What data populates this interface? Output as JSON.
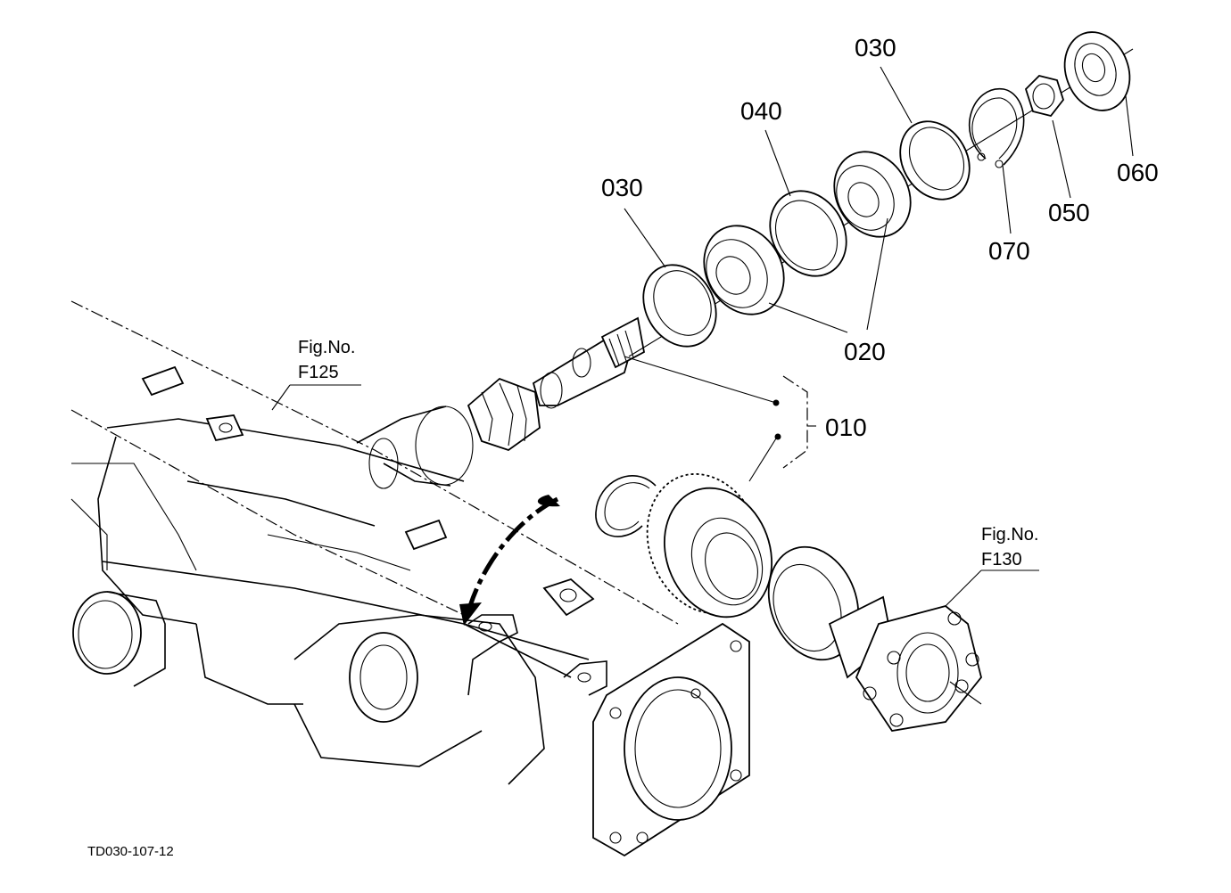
{
  "diagram": {
    "drawing_code": "TD030-107-12",
    "part_labels": [
      {
        "id": "030a",
        "text": "030"
      },
      {
        "id": "040",
        "text": "040"
      },
      {
        "id": "030b",
        "text": "030"
      },
      {
        "id": "060",
        "text": "060"
      },
      {
        "id": "050",
        "text": "050"
      },
      {
        "id": "070",
        "text": "070"
      },
      {
        "id": "020",
        "text": "020"
      },
      {
        "id": "010",
        "text": "010"
      }
    ],
    "figure_refs": [
      {
        "id": "f125",
        "line1": "Fig.No.",
        "line2": "F125"
      },
      {
        "id": "f130",
        "line1": "Fig.No.",
        "line2": "F130"
      }
    ]
  }
}
